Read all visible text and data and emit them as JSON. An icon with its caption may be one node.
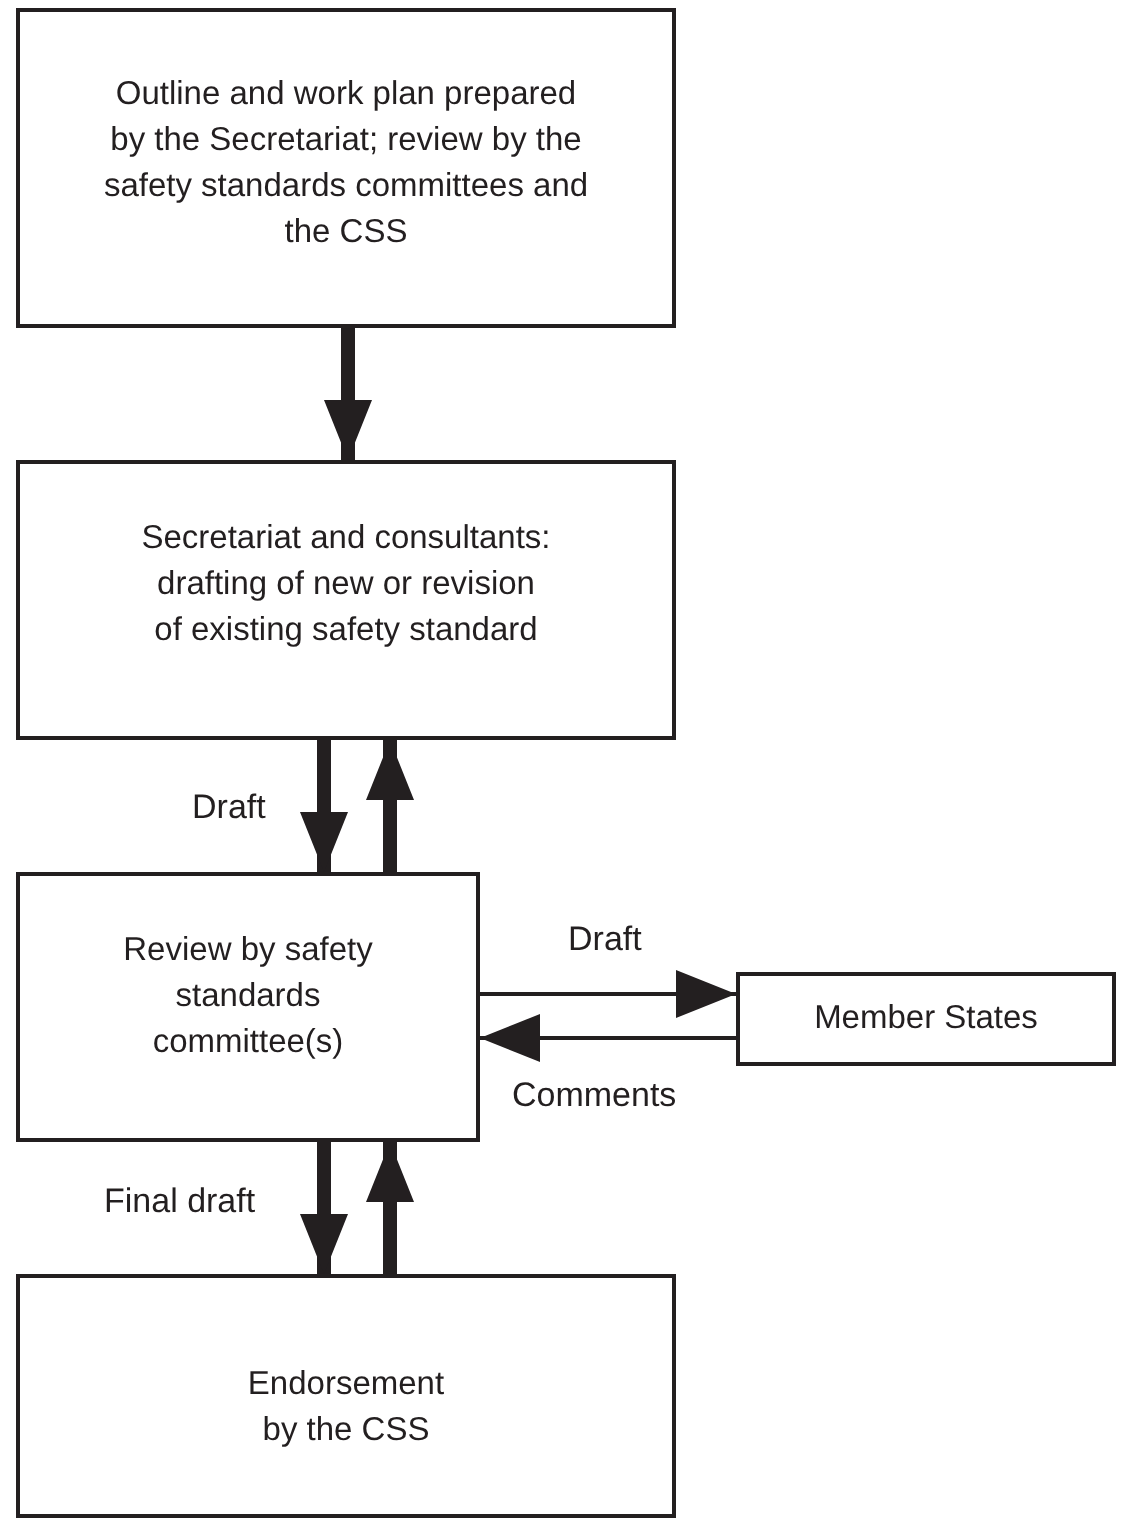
{
  "diagram": {
    "nodes": [
      {
        "text": [
          "Outline and work plan prepared by the Secretariat; review by the safety standards committees and the CSS"
        ]
      },
      {
        "text": [
          "Secretariat and consultants: drafting of new or revision of existing safety standard"
        ]
      },
      {
        "text": [
          "Review by safety standards committee(s)"
        ]
      },
      {
        "text": [
          "Member States"
        ]
      },
      {
        "text": [
          "Endorsement by the CSS"
        ]
      }
    ],
    "edges": [
      {
        "from": 0,
        "to": 1,
        "arrow": "to"
      },
      {
        "from": 1,
        "to": 2,
        "arrow": "to",
        "label": "Draft"
      },
      {
        "from": 2,
        "to": 1,
        "arrow": "to"
      },
      {
        "from": 2,
        "to": 3,
        "arrow": "to",
        "label": "Draft"
      },
      {
        "from": 3,
        "to": 2,
        "arrow": "to",
        "label": "Comments"
      },
      {
        "from": 2,
        "to": 4,
        "arrow": "to",
        "label": "Final draft"
      },
      {
        "from": 4,
        "to": 2,
        "arrow": "to"
      }
    ]
  }
}
